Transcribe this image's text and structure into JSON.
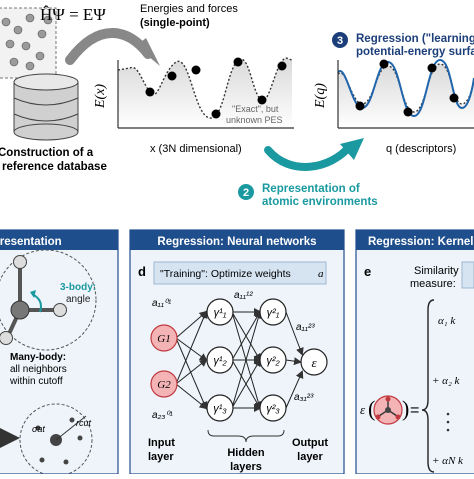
{
  "top": {
    "hamiltonian": "ĤΨ = EΨ",
    "energies_line1": "Energies and forces",
    "energies_line2": "(single-point)",
    "db_caption_line1": "Construction of a",
    "db_caption_line2": "reference database",
    "left_axis_y": "E(x)",
    "left_axis_x": "x (3N dimensional)",
    "exact_line1": "\"Exact\", but",
    "exact_line2": "unknown PES",
    "step2_badge": "2",
    "step2_line1": "Representation of",
    "step2_line2": "atomic environments",
    "step3_badge": "3",
    "step3_line1": "Regression (\"learning\")",
    "step3_line2": "potential-energy surface",
    "right_axis_y": "E(q)",
    "right_axis_x": "q (descriptors)"
  },
  "panels": {
    "left_header": "Representation",
    "mid_header": "Regression: Neural networks",
    "right_header": "Regression: Kernel methods",
    "left": {
      "three_body": "3-body:",
      "three_body_sub": "angle",
      "many_body": "Many-body:",
      "many_body_line2": "all neighbors",
      "many_body_line3": "within cutoff",
      "sigma": "σat",
      "rcut": "rcut"
    },
    "mid": {
      "letter": "d",
      "training_prefix": "\"Training\": Optimize weights",
      "training_var": "a",
      "input_label_1": "Input",
      "input_label_2": "layer",
      "hidden_label_1": "Hidden",
      "hidden_label_2": "layers",
      "output_label_1": "Output",
      "output_label_2": "layer",
      "g1": "G1",
      "g2": "G2",
      "epsilon": "ε",
      "w_top_left": "a₁₁⁰¹",
      "w_bottom_left": "a₂₃⁰¹",
      "w_top_mid": "a₁₁¹²",
      "w_top_right": "a₁₁²³",
      "w_bottom_right": "a₃₁²³"
    },
    "right": {
      "letter": "e",
      "similarity_1": "Similarity",
      "similarity_2": "measure:",
      "epsilon": "ε",
      "equals": "=",
      "alpha1": "α₁ k",
      "alpha2": "+ α₂ k",
      "alphaN": "+ αN k"
    }
  },
  "colors": {
    "teal": "#1a9aa0",
    "navy": "#1c3f7a",
    "panel_header": "#1f4e8c",
    "panel_bg": "#eef4fa",
    "red_node": "#f4b3b5",
    "curve_blue": "#2166ac"
  }
}
